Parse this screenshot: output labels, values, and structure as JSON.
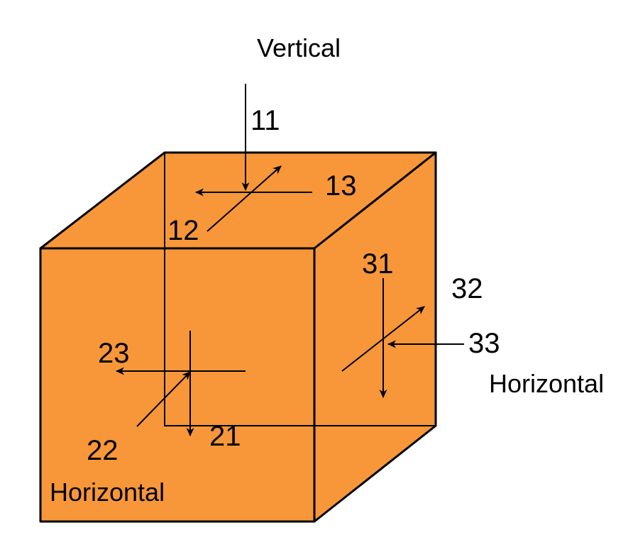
{
  "colors": {
    "face_fill": "#f7973a",
    "edge": "#000000",
    "arrow": "#000000",
    "background": "#ffffff"
  },
  "labels": {
    "vertical": "Vertical",
    "horizontal_front": "Horizontal",
    "horizontal_side": "Horizontal"
  },
  "components": {
    "c11": "11",
    "c12": "12",
    "c13": "13",
    "c21": "21",
    "c22": "22",
    "c23": "23",
    "c31": "31",
    "c32": "32",
    "c33": "33"
  }
}
